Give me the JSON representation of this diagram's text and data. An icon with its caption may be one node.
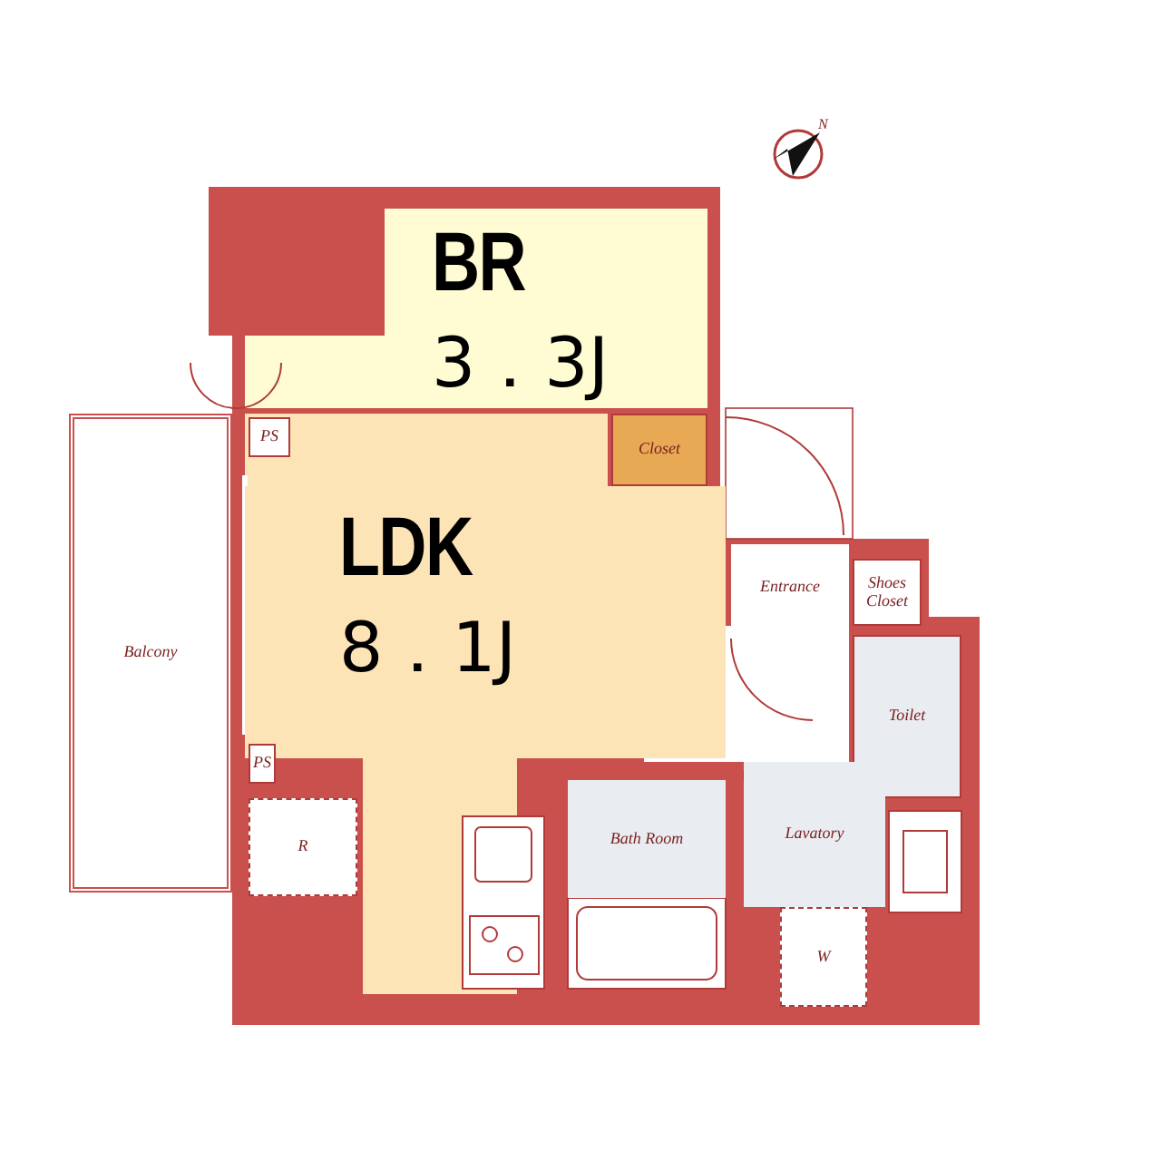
{
  "diagram": {
    "nodes": [
      {
        "text": [
          "BR",
          "3．3J"
        ]
      },
      {
        "text": [
          "LDK",
          "8．1J"
        ]
      },
      {
        "text": [
          "Closet"
        ]
      },
      {
        "text": [
          "PS"
        ]
      },
      {
        "text": [
          "PS"
        ]
      },
      {
        "text": [
          "R"
        ]
      },
      {
        "text": [
          "Balcony"
        ]
      },
      {
        "text": [
          "Entrance"
        ]
      },
      {
        "text": [
          "Shoes Closet"
        ]
      },
      {
        "text": [
          "Toilet"
        ]
      },
      {
        "text": [
          "Bath Room"
        ]
      },
      {
        "text": [
          "Lavatory"
        ]
      },
      {
        "text": [
          "W"
        ]
      }
    ],
    "labels": [
      "N"
    ]
  }
}
